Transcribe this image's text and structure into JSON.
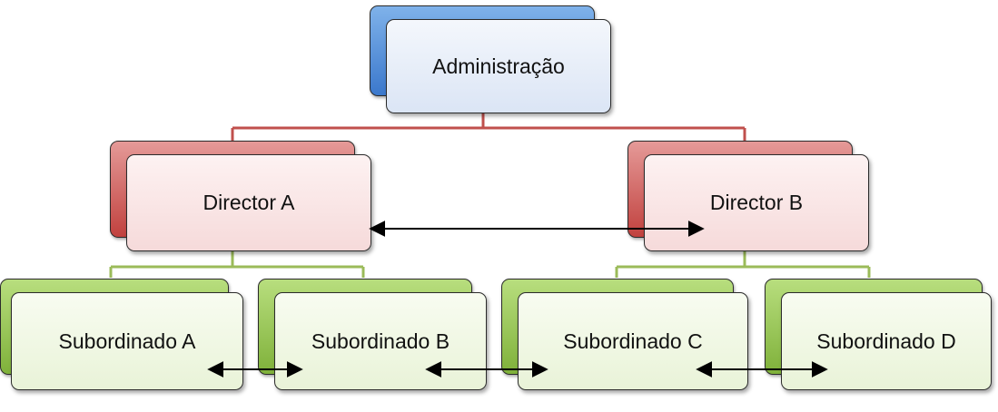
{
  "nodes": {
    "administracao": "Administração",
    "director_a": "Director A",
    "director_b": "Director B",
    "subordinado_a": "Subordinado A",
    "subordinado_b": "Subordinado B",
    "subordinado_c": "Subordinado C",
    "subordinado_d": "Subordinado D"
  },
  "colors": {
    "level1": "#3b78cc",
    "level2": "#c1413e",
    "level3": "#7fb13a",
    "connector_level1": "#c0504d",
    "connector_level2": "#9bbb59",
    "arrow": "#000000"
  }
}
